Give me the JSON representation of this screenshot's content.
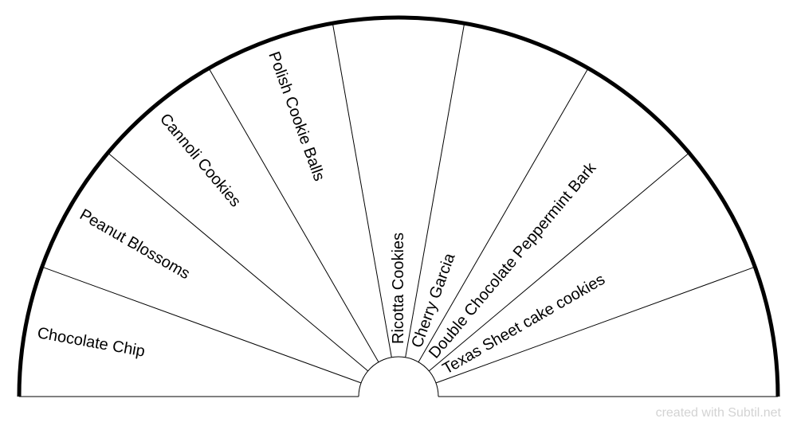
{
  "chart": {
    "sectors": [
      "Chocolate Chip",
      "Peanut Blossoms",
      "Cannoli Cookies",
      "Polish Cookie Balls",
      "Ricotta Cookies",
      "Cherry Garcia",
      "Double Chocolate Peppermint Bark",
      "Texas Sheet cake cookies",
      ""
    ]
  },
  "footer": {
    "credit": "created with Subtil.net"
  },
  "colors": {
    "line": "#000000",
    "watermark": "#d3d3d3"
  }
}
